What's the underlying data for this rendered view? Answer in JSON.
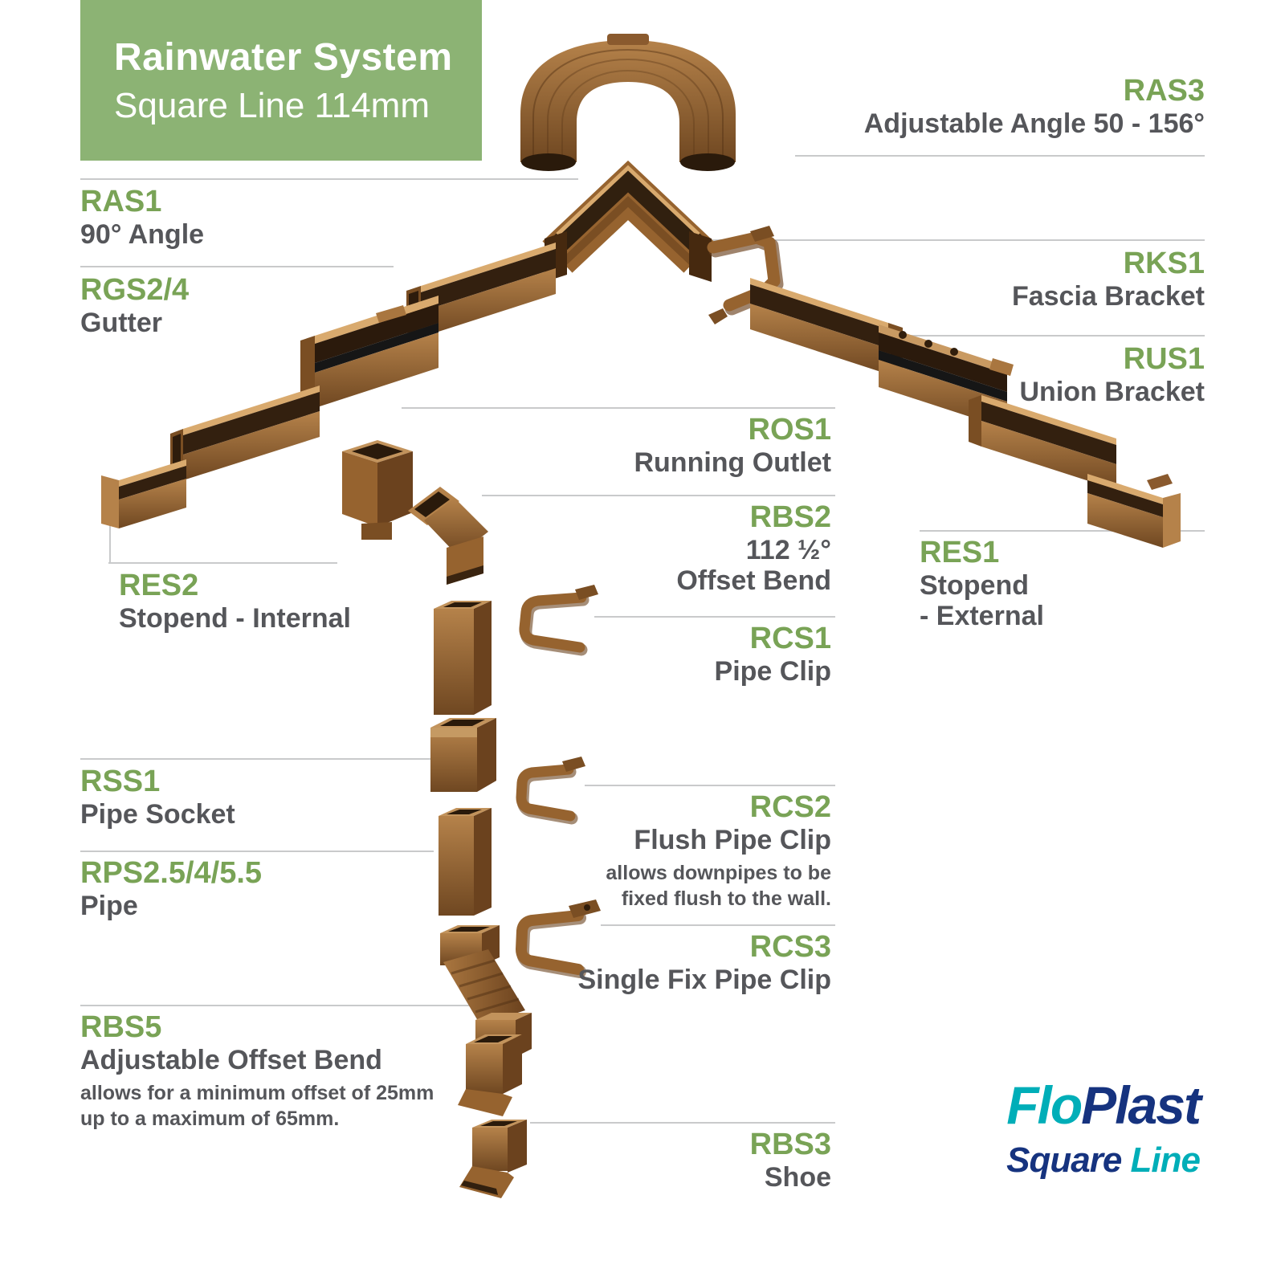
{
  "header": {
    "title": "Rainwater System",
    "subtitle": "Square Line 114mm"
  },
  "parts": {
    "ras3": {
      "code": "RAS3",
      "name": "Adjustable Angle 50 - 156°"
    },
    "ras1": {
      "code": "RAS1",
      "name": "90° Angle"
    },
    "rks1": {
      "code": "RKS1",
      "name": "Fascia Bracket"
    },
    "rgs24": {
      "code": "RGS2/4",
      "name": "Gutter"
    },
    "rus1": {
      "code": "RUS1",
      "name": "Union Bracket"
    },
    "ros1": {
      "code": "ROS1",
      "name": "Running Outlet"
    },
    "rbs2": {
      "code": "RBS2",
      "name_line1": "112 ½°",
      "name_line2": "Offset Bend"
    },
    "res1": {
      "code": "RES1",
      "name_line1": "Stopend",
      "name_line2": "- External"
    },
    "res2": {
      "code": "RES2",
      "name": "Stopend - Internal"
    },
    "rcs1": {
      "code": "RCS1",
      "name": "Pipe Clip"
    },
    "rss1": {
      "code": "RSS1",
      "name": "Pipe Socket"
    },
    "rcs2": {
      "code": "RCS2",
      "name": "Flush Pipe Clip",
      "desc_line1": "allows downpipes to be",
      "desc_line2": "fixed flush to the wall."
    },
    "rps": {
      "code": "RPS2.5/4/5.5",
      "name": "Pipe"
    },
    "rcs3": {
      "code": "RCS3",
      "name": "Single Fix Pipe Clip"
    },
    "rbs5": {
      "code": "RBS5",
      "name": "Adjustable Offset Bend",
      "desc_line1": "allows for a minimum offset of 25mm",
      "desc_line2": "up to a maximum of 65mm."
    },
    "rbs3": {
      "code": "RBS3",
      "name": "Shoe"
    }
  },
  "logo": {
    "brand_part1": "Flo",
    "brand_part2": "Plast",
    "range_part1": "Square",
    "range_part2": "Line"
  },
  "colors": {
    "header_green": "#8CB374",
    "code_green": "#79A356",
    "text_gray": "#55565A",
    "rule_gray": "#C9CACB",
    "logo_teal": "#00AEB8",
    "logo_navy": "#16337F",
    "part_brown": "#9A6531"
  }
}
